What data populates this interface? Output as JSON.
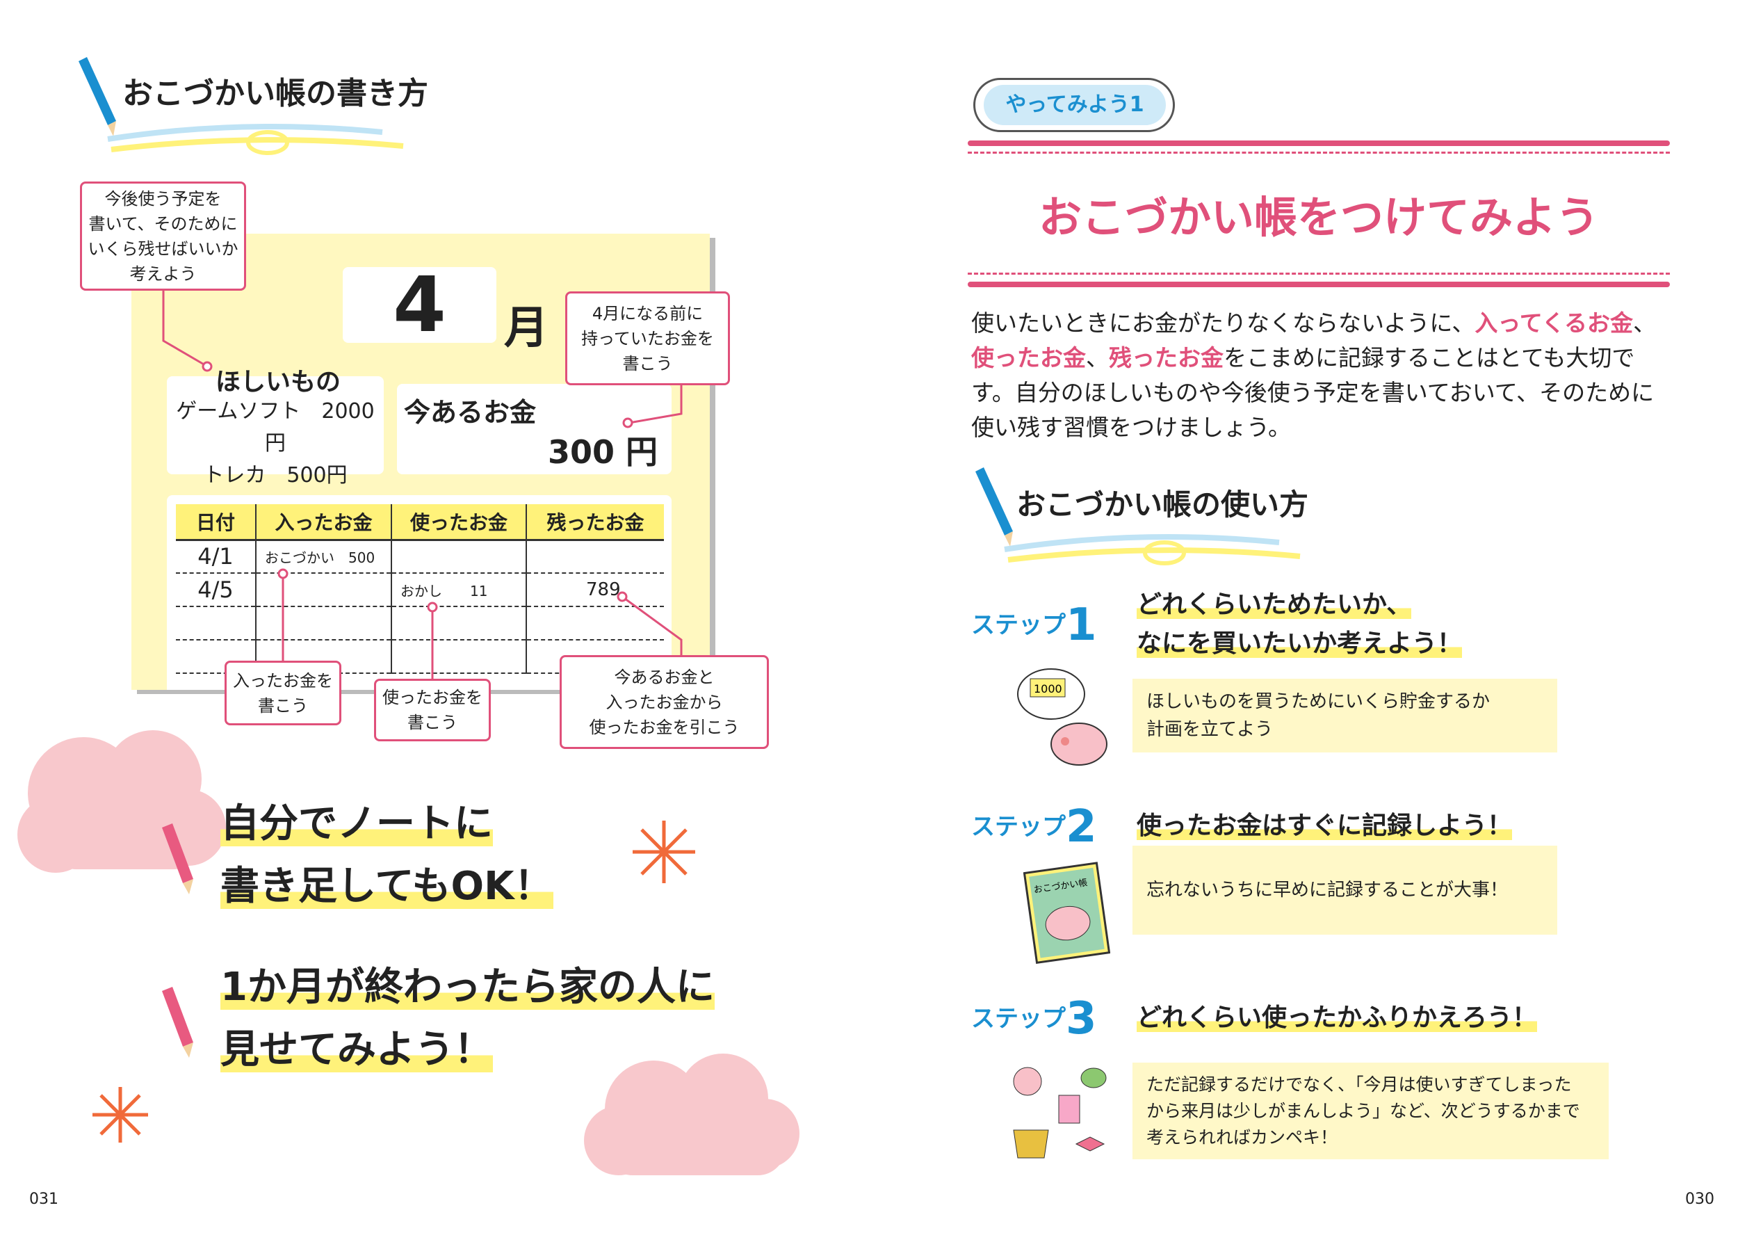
{
  "left_page": {
    "title": "おこづかい帳の書き方",
    "month_number": "4",
    "month_label": "月",
    "callout_plan": [
      "今後使う予定を",
      "書いて、そのために",
      "いくら残せばいいか",
      "考えよう"
    ],
    "callout_before": [
      "4月になる前に",
      "持っていたお金を",
      "書こう"
    ],
    "wishlist": {
      "heading": "ほしいもの",
      "items": [
        "ゲームソフト　2000円",
        "トレカ　500円"
      ]
    },
    "current_money": {
      "label": "今あるお金",
      "value": "300 円"
    },
    "ledger": {
      "headers": [
        "日付",
        "入ったお金",
        "使ったお金",
        "残ったお金"
      ],
      "rows": [
        [
          "4/1",
          "おこづかい　500",
          "",
          ""
        ],
        [
          "4/5",
          "",
          "おかし　　11",
          "789"
        ],
        [
          "",
          "",
          "",
          ""
        ],
        [
          "",
          "",
          "",
          ""
        ]
      ]
    },
    "callout_income": [
      "入ったお金を",
      "書こう"
    ],
    "callout_spent": [
      "使ったお金を",
      "書こう"
    ],
    "callout_remaining": [
      "今あるお金と",
      "入ったお金から",
      "使ったお金を引こう"
    ],
    "tip1": [
      "自分でノートに",
      "書き足してもOK！"
    ],
    "tip2": [
      "1か月が終わったら家の人に",
      "見せてみよう！"
    ],
    "page_number": "031"
  },
  "right_page": {
    "badge": "やってみよう1",
    "title": "おこづかい帳をつけてみよう",
    "intro": {
      "p1": "使いたいときにお金がたりなくならないように、",
      "h1": "入ってくるお金",
      "p2": "、",
      "h2": "使ったお金",
      "p3": "、",
      "h3": "残ったお金",
      "p4": "をこまめに記録することはとても大切です。自分のほしいものや今後使う予定を書いておいて、そのために使い残す習慣をつけましょう。"
    },
    "section_title": "おこづかい帳の使い方",
    "steps": [
      {
        "label": "ステップ",
        "num": "1",
        "headline": [
          "どれくらいためたいか、",
          "なにを買いたいか考えよう！"
        ],
        "note": [
          "ほしいものを買うためにいくら貯金するか",
          "計画を立てよう"
        ]
      },
      {
        "label": "ステップ",
        "num": "2",
        "headline": [
          "使ったお金はすぐに記録しよう！"
        ],
        "note": [
          "忘れないうちに早めに記録することが大事！"
        ]
      },
      {
        "label": "ステップ",
        "num": "3",
        "headline": [
          "どれくらい使ったかふりかえろう！"
        ],
        "note": [
          "ただ記録するだけでなく、「今月は使いすぎてしまった",
          "から来月は少しがまんしよう」など、次どうするかまで",
          "考えられればカンペキ！"
        ]
      }
    ],
    "illustration_text": {
      "bill": "1000",
      "book": "おこづかい帳"
    },
    "page_number": "030"
  },
  "colors": {
    "pink": "#e0507a",
    "blue": "#1a8fd0",
    "yellow": "#fff27a",
    "notebook": "#fff8c0",
    "cloud": "#f8c8cc",
    "orange": "#f06a3a"
  }
}
